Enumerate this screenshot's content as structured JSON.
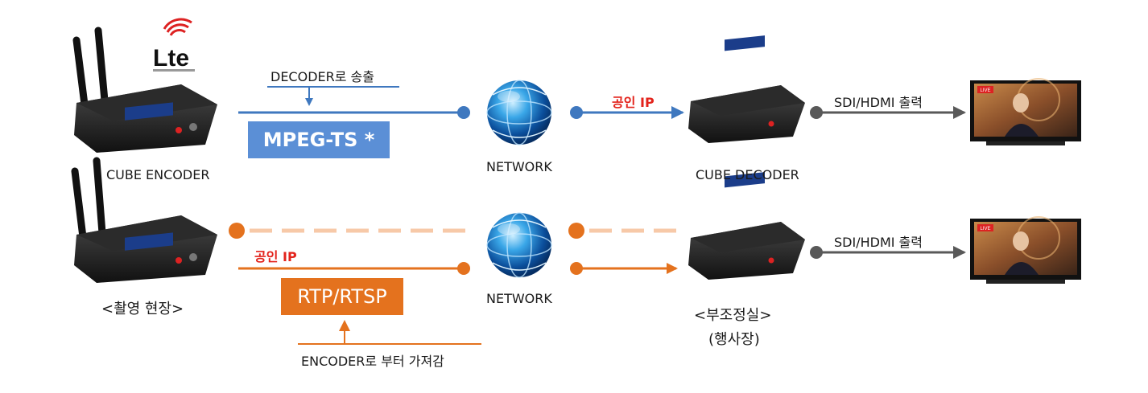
{
  "colors": {
    "blue": "#3f78bf",
    "orange": "#e4721e",
    "orange_light": "#f7c9a8",
    "gray": "#595959",
    "red": "#e3231b"
  },
  "lte_logo": "Lte",
  "encoder": {
    "label": "CUBE ENCODER",
    "site_label": "<촬영 현장>"
  },
  "decoder": {
    "label": "CUBE DECODER",
    "site_label_line1": "<부조정실>",
    "site_label_line2": "(행사장)"
  },
  "top_path": {
    "push_label": "DECODER로 송출",
    "protocol": "MPEG-TS *",
    "network_label": "NETWORK",
    "public_ip": "공인 IP",
    "output_label": "SDI/HDMI 출력"
  },
  "bottom_path": {
    "public_ip": "공인 IP",
    "protocol": "RTP/RTSP",
    "network_label": "NETWORK",
    "pull_label": "ENCODER로 부터 가져감",
    "output_label": "SDI/HDMI 출력"
  },
  "tv_badge": "LIVE"
}
